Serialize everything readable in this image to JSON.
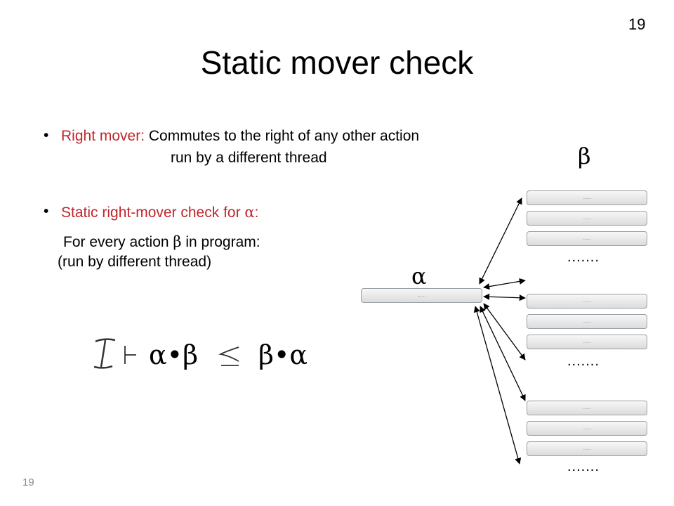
{
  "slide": {
    "page_number_top": "19",
    "page_number_bottom": "19",
    "title": "Static mover check"
  },
  "bullet1": {
    "term": "Right mover",
    "colon": ":",
    "line1": " Commutes to the right of any other action",
    "line2": "run by a different thread"
  },
  "bullet2": {
    "text_before": "Static right-mover check for ",
    "text_after": ":",
    "sub_line1_before": "For every action ",
    "sub_line1_after": " in program:",
    "sub_line2": "(run by different thread)"
  },
  "symbols": {
    "alpha": "α",
    "beta": "β"
  },
  "diagram": {
    "alpha_box_text": "......",
    "beta_box_text": "......",
    "group_ellipsis": "......."
  },
  "formula": {
    "lhs": "α•β",
    "rhs": "β•α"
  },
  "colors": {
    "accent_red": "#c0272d",
    "box_border": "#9aa0a6"
  }
}
